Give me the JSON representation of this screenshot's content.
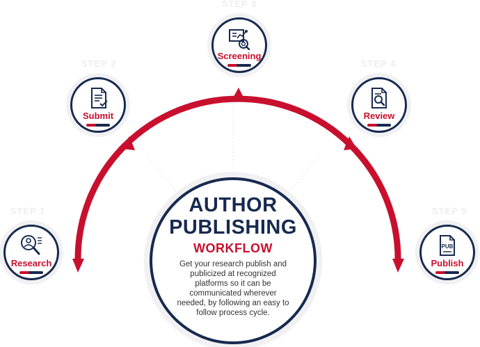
{
  "center": {
    "title_line1": "AUTHOR",
    "title_line2": "PUBLISHING",
    "subtitle": "WORKFLOW",
    "description": "Get your research publish and publicized at recognized platforms so it can be communicated wherever needed, by following an easy to follow process cycle."
  },
  "steps": [
    {
      "ghost": "STEP 1",
      "label": "Research",
      "icon": "research-search-icon"
    },
    {
      "ghost": "STEP 2",
      "label": "Submit",
      "icon": "document-check-icon"
    },
    {
      "ghost": "STEP 3",
      "label": "Screening",
      "icon": "screening-chart-icon"
    },
    {
      "ghost": "STEP 4",
      "label": "Review",
      "icon": "document-magnifier-icon"
    },
    {
      "ghost": "STEP 5",
      "label": "Publish",
      "icon": "pub-document-icon",
      "icon_text": "PUB"
    }
  ],
  "colors": {
    "accent_red": "#c8102e",
    "navy": "#172a4f"
  }
}
